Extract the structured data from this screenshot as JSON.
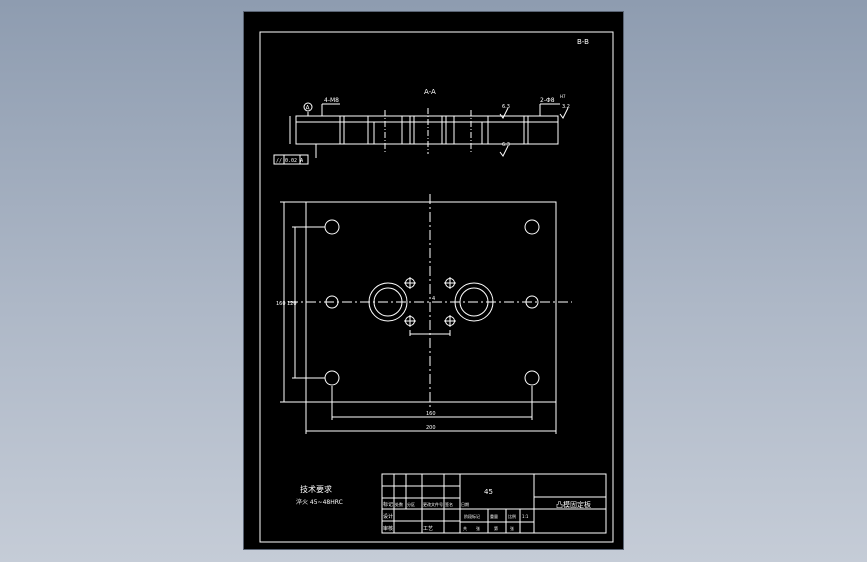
{
  "sheet": {
    "corner_label": "B-B",
    "section_label": "A-A",
    "datum_label": "A",
    "dim_top_left": "4-M8",
    "dim_top_right": "2-Φ8",
    "dim_top_right_small": "H7",
    "roughness_1": "3.2",
    "roughness_2": "6.3",
    "roughness_3": "6.3",
    "tolerance_box": "// 0.02 A",
    "dim_bottom_inner": "160",
    "dim_bottom_outer": "200",
    "dim_left_outer": "160",
    "dim_left_inner": "120",
    "center_mark": "4",
    "tech_title": "技术要求",
    "tech_note": "淬火 45~48HRC"
  },
  "title_block": {
    "part_name": "凸模固定板",
    "material": "45",
    "row_labels": [
      "标记",
      "设计",
      "审核",
      "工艺"
    ],
    "col_labels": [
      "处数",
      "分区",
      "更改文件号",
      "签名",
      "日期"
    ],
    "stage_labels": [
      "阶段标记",
      "重量",
      "比例"
    ],
    "scale": "1:1",
    "sheet_info": [
      "共",
      "张",
      "第",
      "张"
    ]
  },
  "colors": {
    "background": "#000000",
    "line": "#ffffff",
    "desktop": "#9aa6b8"
  }
}
